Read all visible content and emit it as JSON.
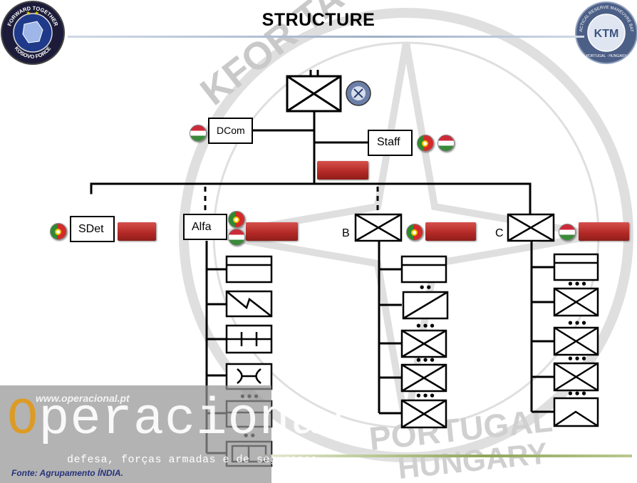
{
  "title": "STRUCTURE",
  "logos": {
    "left": {
      "top_text": "FORWARD TOGETHER",
      "bottom_text": "KOSOVO FORCE"
    },
    "right": {
      "ring_text": "KFOR TACTICAL RESERVE MANEUVRE BATTALION",
      "bottom_text": "PORTUGAL · HUNGARY",
      "center_text": "KTM"
    }
  },
  "background_seal": {
    "ring_text": "KFOR TACTICAL RESERVE",
    "bottom_text_1": "PORTUGAL",
    "bottom_text_2": "HUNGARY"
  },
  "units": {
    "dcom": "DCom",
    "staff": "Staff",
    "sdet": "SDet",
    "alfa": "Alfa",
    "bravo": "B",
    "charlie": "C"
  },
  "echelon_marks": {
    "bravo_platoons": [
      "••",
      "•••",
      "•••",
      "•••"
    ],
    "charlie_platoons": [
      "•••",
      "•••",
      "•••",
      "•••"
    ],
    "alfa_platoons": [
      "•••",
      "••"
    ]
  },
  "flags": {
    "dcom": [
      "hungary"
    ],
    "staff": [
      "portugal",
      "hungary"
    ],
    "sdet": [
      "portugal"
    ],
    "alfa": [
      "portugal",
      "hungary"
    ],
    "bravo": [
      "portugal"
    ],
    "charlie": [
      "hungary"
    ]
  },
  "colors": {
    "accent_red": "#b52a27",
    "portugal_green": "#2f8a2f",
    "hungary_red": "#ce2939",
    "source_blue": "#26327a"
  },
  "watermark": {
    "url": "www.operacional.pt",
    "brand_prefix": "O",
    "brand_rest": "peracional",
    "tagline": "defesa, forças armadas e de segurança"
  },
  "source": "Fonte: Agrupamento ÍNDIA."
}
